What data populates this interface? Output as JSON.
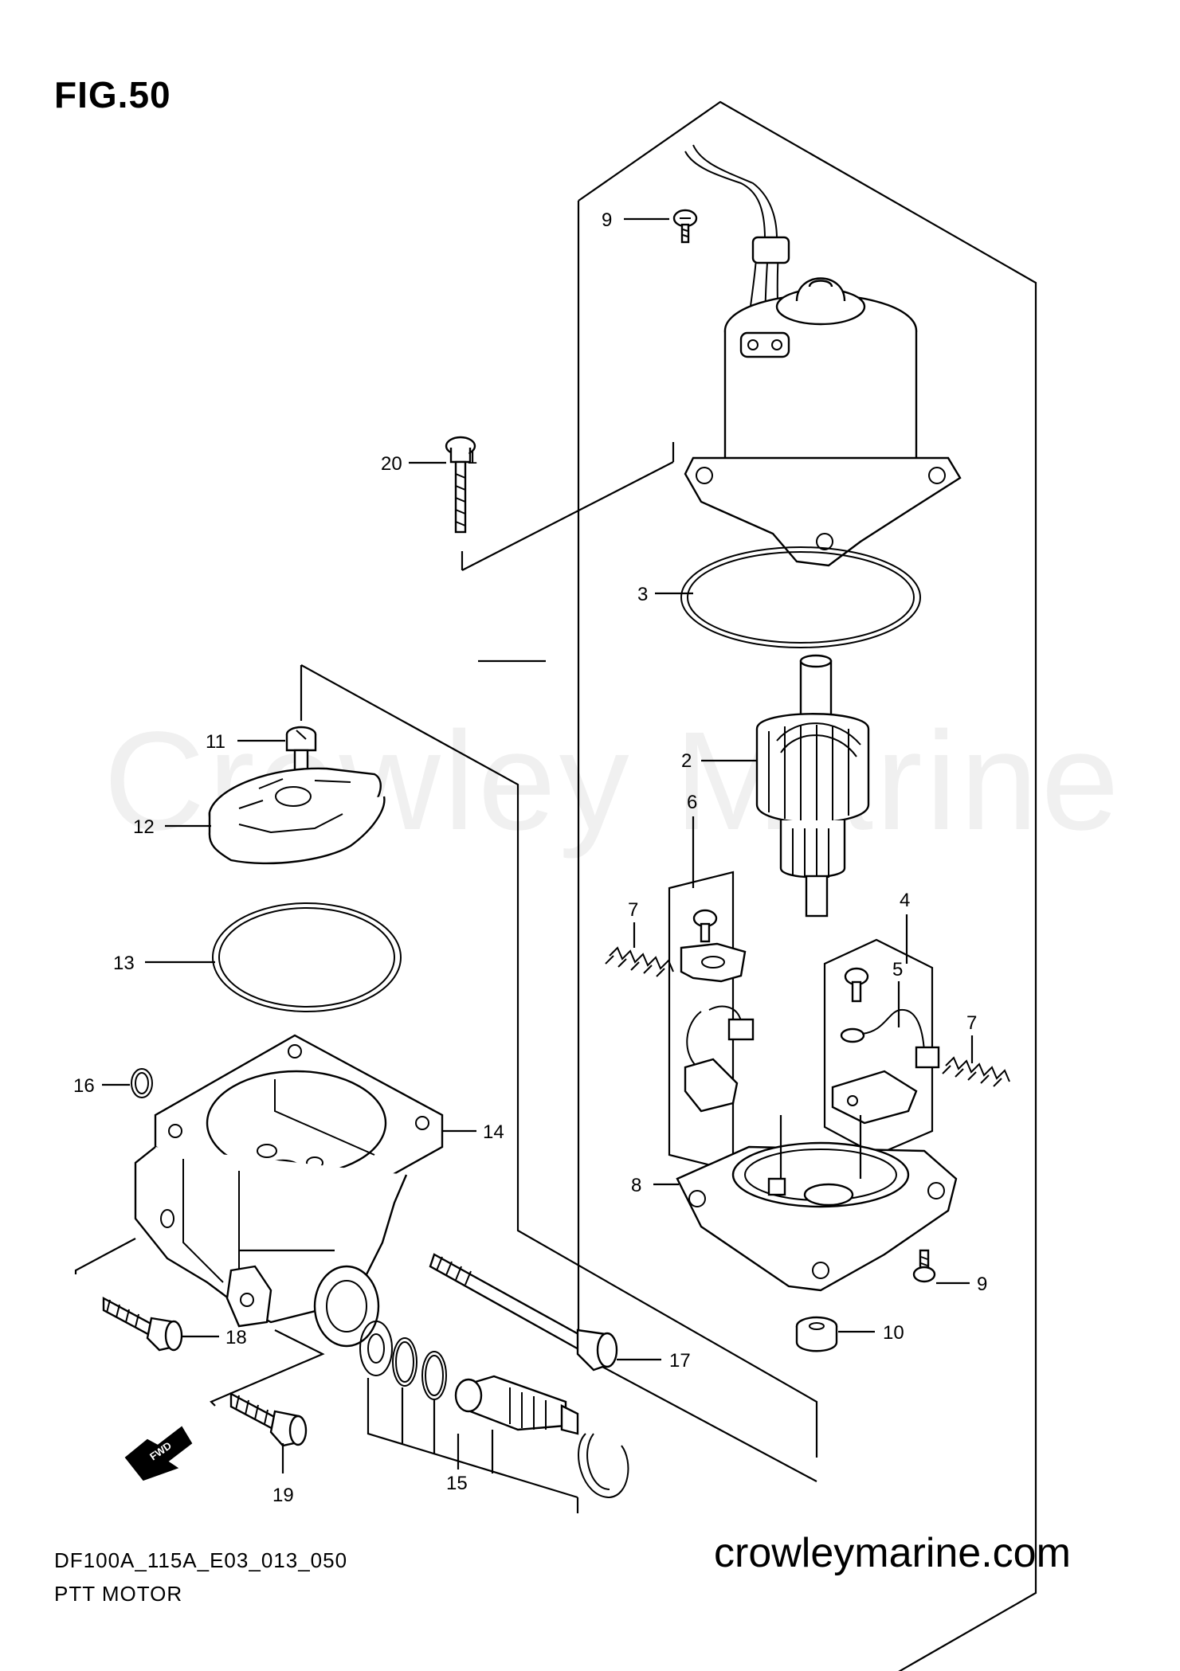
{
  "header": {
    "figure_title": "FIG.50"
  },
  "watermark": {
    "text": "Crowley Marine"
  },
  "footer": {
    "diagram_code": "DF100A_115A_E03_013_050",
    "diagram_name": "PTT MOTOR",
    "website": "crowleymarine.com"
  },
  "direction_badge": {
    "text": "FWD"
  },
  "callouts": [
    "1",
    "2",
    "3",
    "4",
    "5",
    "6",
    "7",
    "7",
    "8",
    "9",
    "9",
    "10",
    "11",
    "12",
    "13",
    "14",
    "15",
    "16",
    "17",
    "18",
    "19",
    "20"
  ]
}
